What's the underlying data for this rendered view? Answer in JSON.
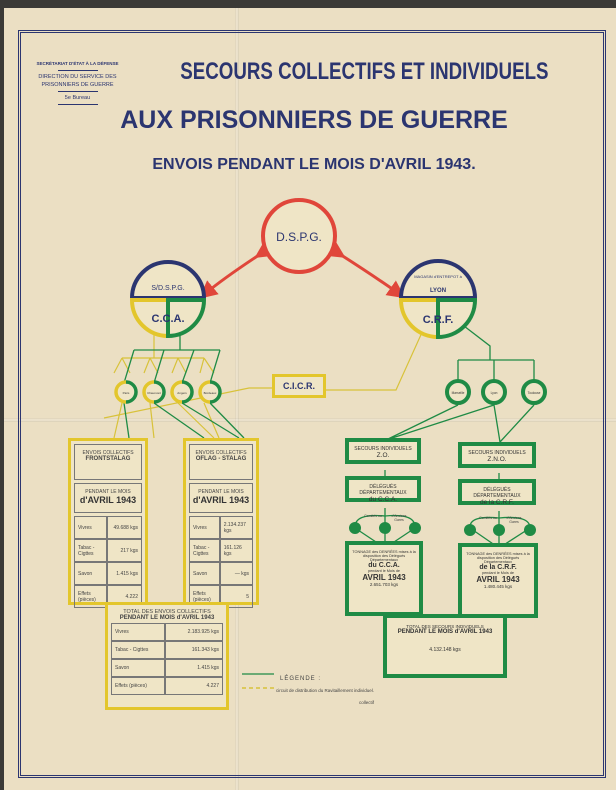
{
  "header": {
    "line1": "SECRÉTARIAT D'ÉTAT À LA DÉFENSE",
    "line2": "DIRECTION DU SERVICE DES PRISONNIERS DE GUERRE",
    "line3": "5e Bureau"
  },
  "title": {
    "line1": "SECOURS COLLECTIFS ET INDIVIDUELS",
    "line2": "AUX PRISONNIERS DE GUERRE",
    "line3": "ENVOIS PENDANT LE MOIS D'AVRIL 1943."
  },
  "nodes": {
    "dspg": "D.S.P.G.",
    "sdspg": "S/D.S.P.G.",
    "cca": "C.C.A.",
    "magasin": "MAGASIN d'ENTREPOT à",
    "lyon": "LYON",
    "crf": "C.R.F.",
    "cicr": "C.I.C.R.",
    "left_cities": [
      "Paris",
      "Chaumont",
      "Angers",
      "Bordeaux"
    ],
    "right_cities": [
      "Marseille",
      "Lyon",
      "Toulouse"
    ]
  },
  "frontstalag": {
    "title1": "ENVOIS COLLECTIFS",
    "title2": "FRONTSTALAG",
    "period1": "PENDANT LE MOIS",
    "period2": "d'AVRIL 1943",
    "rows": [
      {
        "k": "Vivres",
        "v": "49.688 kgs"
      },
      {
        "k": "Tabac - Cigttes",
        "v": "217 kgs"
      },
      {
        "k": "Savon",
        "v": "1.415 kgs"
      },
      {
        "k": "Effets (pièces)",
        "v": "4.222"
      }
    ]
  },
  "oflag": {
    "title1": "ENVOIS COLLECTIFS",
    "title2": "OFLAG - STALAG",
    "period1": "PENDANT LE MOIS",
    "period2": "d'AVRIL 1943",
    "rows": [
      {
        "k": "Vivres",
        "v": "2.134.237 kgs"
      },
      {
        "k": "Tabac - Cigttes",
        "v": "161.126 kgs"
      },
      {
        "k": "Savon",
        "v": "— kgs"
      },
      {
        "k": "Effets (pièces)",
        "v": "5"
      }
    ]
  },
  "total_collectifs": {
    "title1": "TOTAL DES ENVOIS COLLECTIFS",
    "title2": "PENDANT LE MOIS d'AVRIL 1943",
    "rows": [
      {
        "k": "Vivres",
        "v": "2.183.925 kgs"
      },
      {
        "k": "Tabac - Cigttes",
        "v": "161.343 kgs"
      },
      {
        "k": "Savon",
        "v": "1.415 kgs"
      },
      {
        "k": "Effets (pièces)",
        "v": "4.227"
      }
    ]
  },
  "zo": {
    "title1": "SECOURS INDIVIDUELS",
    "title2": "Z.O.",
    "del1": "DÉLÉGUÉS DÉPARTEMENTAUX",
    "del2": "du C.C.A.",
    "comites1": "Comités ou",
    "comites2": "d'Anciens Gares",
    "ton1": "TONNAGE des DENRÉES mises à la disposition des Délégués Départementaux",
    "ton2": "du C.C.A.",
    "ton3": "pendant le Mois de",
    "ton4": "AVRIL 1943",
    "ton5": "2.651.703 kgs"
  },
  "zno": {
    "title1": "SECOURS INDIVIDUELS",
    "title2": "Z.N.O.",
    "del1": "DÉLÉGUÉS DÉPARTEMENTAUX",
    "del2": "de la C.R.F.",
    "comites1": "Comités ou",
    "comites2": "d'Anciens Gares",
    "ton1": "TONNAGE des DENRÉES mises à la disposition des Délégués Départementaux",
    "ton2": "de la C.R.F.",
    "ton3": "pendant le Mois de",
    "ton4": "AVRIL 1943",
    "ton5": "1.480.445 kgs"
  },
  "total_individuels": {
    "title1": "TOTAL DES SECOURS INDIVIDUELS",
    "title2": "PENDANT LE MOIS d'AVRIL 1943",
    "value": "4.132.148 kgs"
  },
  "legend": {
    "title": "LÉGENDE :",
    "individual": "circuit de distribution du Ravitaillement individuel.",
    "collective": "collectif"
  },
  "colors": {
    "navy": "#2b3570",
    "red": "#e0463a",
    "yellow": "#e3c62c",
    "green": "#1f8b45",
    "paper": "#ebdfc3"
  }
}
